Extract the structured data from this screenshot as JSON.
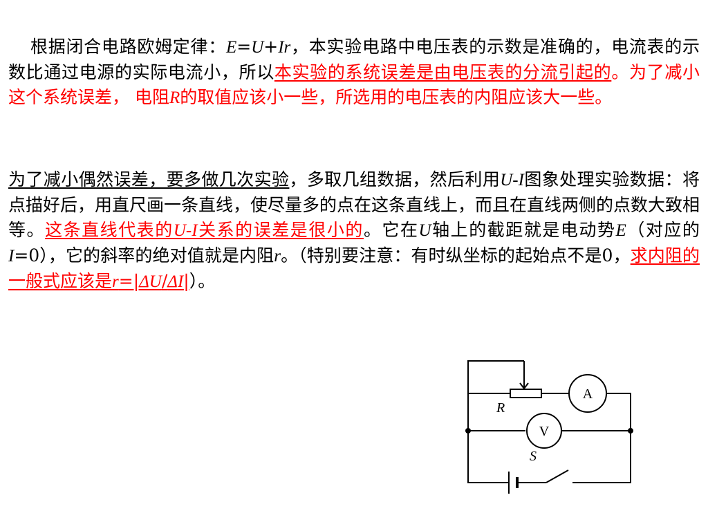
{
  "p1": {
    "s1": "根据闭合电路欧姆定律：",
    "f_e": "E",
    "f_eq": "=",
    "f_u": "U",
    "f_plus": "+",
    "f_ir": "Ir",
    "s2": "，本实验电路中电压表的示数是准确的，电流表的示数比通过电源的实际电流小，所以",
    "s3": "本实验的系统误差是由电压表的分流引起的",
    "s4": "。为了减小这个系统误差， 电阻",
    "s5": "R",
    "s6": "的取值应该小一些，所选用的电压表的内阻应该大一些。"
  },
  "p2": {
    "s1": "为了减小偶然误差，要多做几次实验",
    "s2": "，多取几组数据，然后利用",
    "s3": "U-I",
    "s4": "图象处理实验数据：将点描好后，用直尺画一条直线，使尽量多的点在这条直线上，而且在直线两侧的点数大致相等。",
    "s5": "这条直线代表的",
    "s6": "U-I",
    "s7": "关系的误差是很小的",
    "s8": "。它在",
    "s9": "U",
    "s10": "轴上的截距就是电动势",
    "s11": "E",
    "s12": "（对应的",
    "s13": "I",
    "s14": "=0），它的斜率的绝对值就是内阻",
    "s15": "r",
    "s16": "。（特别要注意：有时纵坐标的起始点不是0，",
    "s17": "求内阻的一般式应该是",
    "s18": "r",
    "s19": "=|",
    "s20": "ΔU",
    "s21": "/",
    "s22": "ΔI",
    "s23": "|",
    "s24": "）。"
  },
  "circuit": {
    "ammeter": "A",
    "voltmeter": "V",
    "resistor": "R",
    "switch": "S"
  }
}
